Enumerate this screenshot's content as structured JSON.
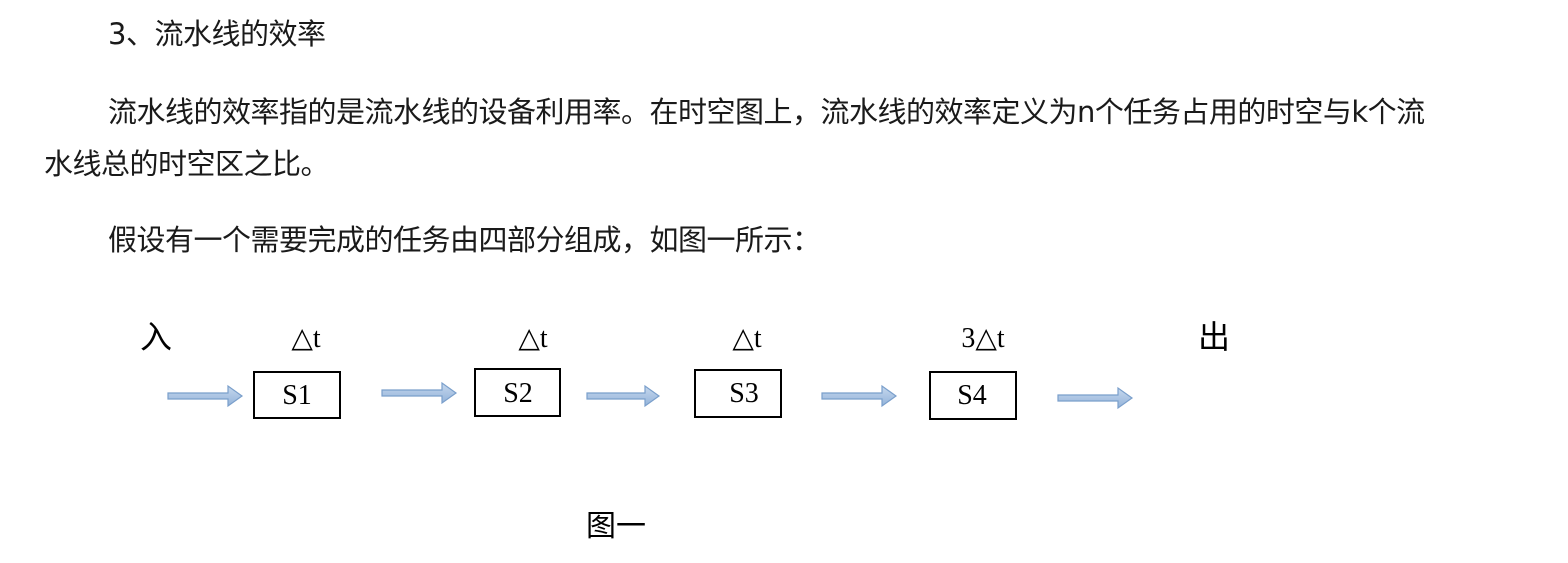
{
  "document": {
    "heading": "3、流水线的效率",
    "paragraph1_line1": "流水线的效率指的是流水线的设备利用率。在时空图上，流水线的效率定义为n个任务占用的时空与k个流",
    "paragraph1_line2": "水线总的时空区之比。",
    "paragraph2": "假设有一个需要完成的任务由四部分组成，如图一所示："
  },
  "figure": {
    "input_label": "入",
    "output_label": "出",
    "caption": "图一",
    "stages": [
      {
        "label": "S1",
        "time": "△t"
      },
      {
        "label": "S2",
        "time": "△t"
      },
      {
        "label": "S3",
        "time": "△t"
      },
      {
        "label": "S4",
        "time": "3△t"
      }
    ],
    "colors": {
      "arrow_fill": "#a9c3e2",
      "arrow_stroke": "#7a9fcb",
      "box_stroke": "#000000"
    }
  }
}
